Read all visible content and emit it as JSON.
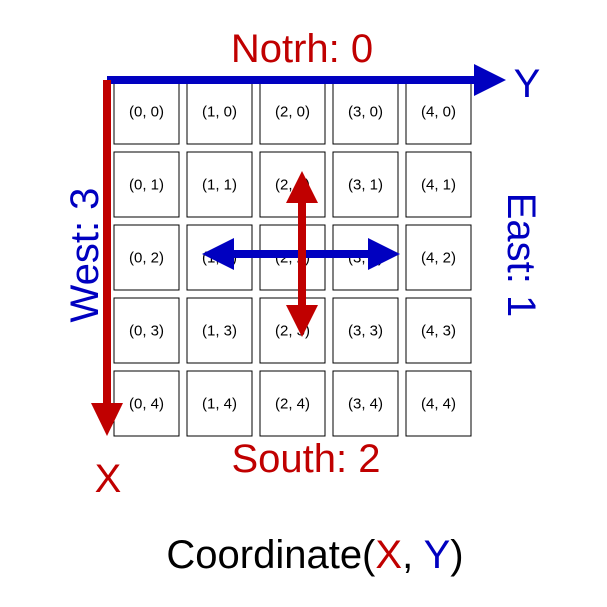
{
  "labels": {
    "north": "Notrh: 0",
    "east": "East: 1",
    "south": "South: 2",
    "west": "West: 3",
    "axis_x": "X",
    "axis_y": "Y"
  },
  "caption": {
    "prefix": "Coordinate(",
    "x": "X",
    "sep": ", ",
    "y": "Y",
    "suffix": ")"
  },
  "grid": {
    "rows": [
      [
        "(0, 0)",
        "(1, 0)",
        "(2, 0)",
        "(3, 0)",
        "(4, 0)"
      ],
      [
        "(0, 1)",
        "(1, 1)",
        "(2, 1)",
        "(3, 1)",
        "(4, 1)"
      ],
      [
        "(0, 2)",
        "(1, 2)",
        "(2, 2)",
        "(3, 2)",
        "(4, 2)"
      ],
      [
        "(0, 3)",
        "(1, 3)",
        "(2, 3)",
        "(3, 3)",
        "(4, 3)"
      ],
      [
        "(0, 4)",
        "(1, 4)",
        "(2, 4)",
        "(3, 4)",
        "(4, 4)"
      ]
    ]
  },
  "colors": {
    "red": "#c00000",
    "blue": "#0000c0",
    "text": "#000000"
  }
}
